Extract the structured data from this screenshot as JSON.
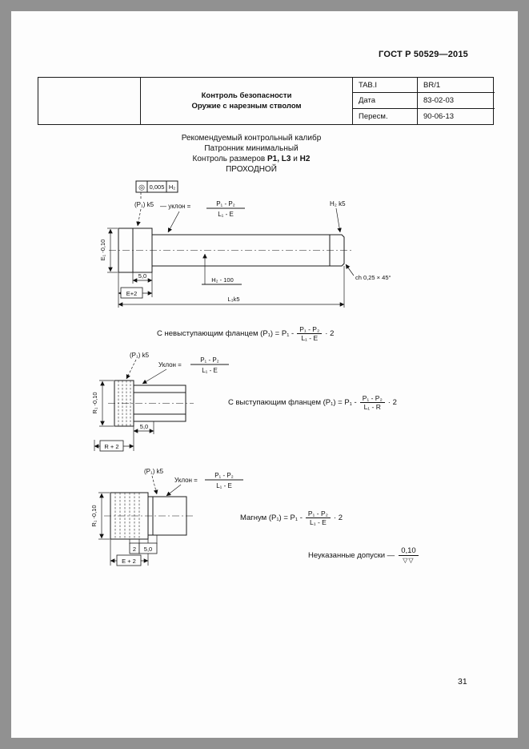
{
  "page": {
    "doc_code": "ГОСТ Р 50529—2015",
    "page_number": "31"
  },
  "header_table": {
    "title_line1": "Контроль безопасности",
    "title_line2": "Оружие с нарезным стволом",
    "rows": [
      {
        "label": "TAB.I",
        "value": "BR/1"
      },
      {
        "label": "Дата",
        "value": "83-02-03"
      },
      {
        "label": "Пересм.",
        "value": "90-06-13"
      }
    ]
  },
  "subtitle": {
    "line1": "Рекомендуемый контрольный калибр",
    "line2": "Патронник минимальный",
    "line3": {
      "t1": "Контроль размеров ",
      "b1": "P1, L3",
      "t2": " и ",
      "b2": "H2"
    },
    "line4": "ПРОХОДНОЙ"
  },
  "drawing_main": {
    "tolerance_frame": {
      "symbol": "◎",
      "tolerance": "0,005",
      "datum": "H₂"
    },
    "p1_label": "(P₁) k5",
    "slope_prefix": "— уклон =",
    "slope_num": "P₁ - P₂",
    "slope_den": "L₁ - E",
    "h2_label": "H₂ k5",
    "dim_left": "E₁ -0,10",
    "dim_flange": "5,0",
    "dim_e": "E+2",
    "dim_h2": "H₂ - 100",
    "dim_length": "L₃k5",
    "chamfer_note": "ch 0,25 × 45°"
  },
  "formula_flush": {
    "prefix": "С невыступающим фланцем (P₁) = P₁ -",
    "num": "P₁ - P₂",
    "den": "L₁ - E",
    "suffix": "· 2"
  },
  "drawing_rim": {
    "p1_label": "(P₁) k5",
    "slope_prefix": "Уклон =",
    "slope_num": "P₁ - P₂",
    "slope_den": "L₁ - E",
    "dim_left": "R₁ -0,10",
    "dim_flange": "5,0",
    "dim_r": "R + 2"
  },
  "formula_rim": {
    "prefix": "С выступающим фланцем (P₁) = P₁ -",
    "num": "P₁ - P₂",
    "den": "L₁ - R",
    "suffix": "· 2"
  },
  "drawing_magnum": {
    "p1_label": "(P₁) k5",
    "slope_prefix": "Уклон =",
    "slope_num": "P₁ - P₂",
    "slope_den": "L₁ - E",
    "dim_left": "R₁ -0,10",
    "dim_belt": "2",
    "dim_flange": "5,0",
    "dim_e": "E + 2"
  },
  "formula_magnum": {
    "prefix": "Магнум (P₁) = P₁ -",
    "num": "P₁ - P₂",
    "den": "L₁ - E",
    "suffix": "· 2"
  },
  "tolerance_note": {
    "label": "Неуказанные допуски —",
    "value": "0,10",
    "marks": "▽▽"
  }
}
